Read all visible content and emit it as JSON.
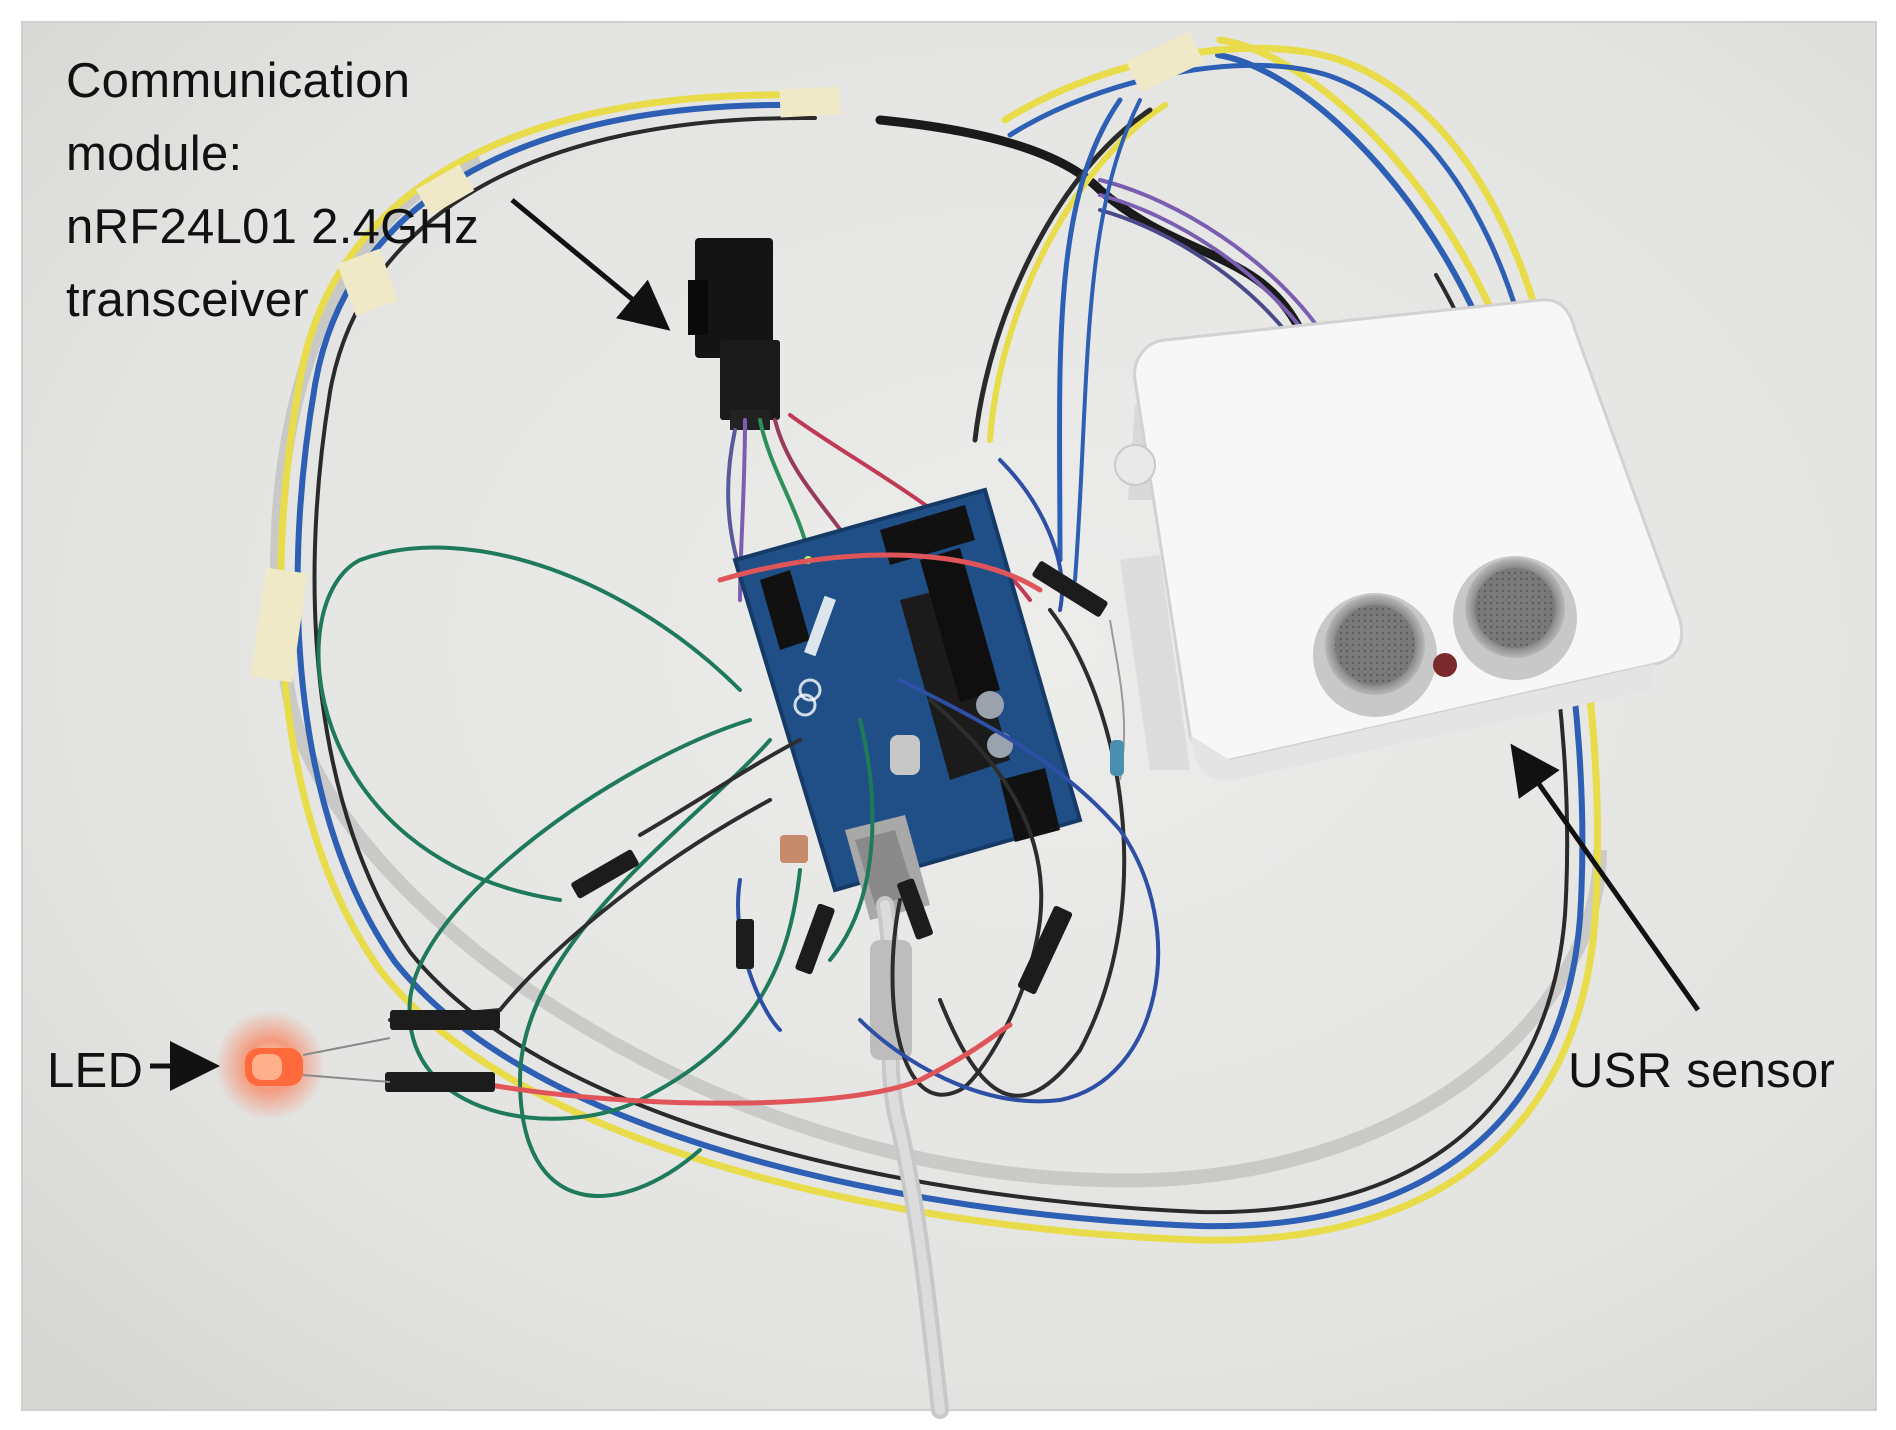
{
  "annotations": {
    "communication_module": {
      "line1": "Communication",
      "line2": "module:",
      "line3": "nRF24L01 2.4GHz",
      "line4": "transceiver"
    },
    "led": {
      "label": "LED"
    },
    "usr_sensor": {
      "label": "USR sensor"
    }
  },
  "colors": {
    "background_table": "#e6e6e4",
    "arduino_board": "#1f4f86",
    "wire_yellow": "#e8dc4a",
    "wire_blue": "#2d5fb5",
    "wire_green": "#1f7a5a",
    "wire_red": "#e0555a",
    "led_glow": "#ff6a3d",
    "label_text": "#111111"
  },
  "icons": {
    "arrow_comm": "arrow-down-right-icon",
    "arrow_led": "arrow-right-icon",
    "arrow_usr": "arrow-up-left-icon"
  }
}
